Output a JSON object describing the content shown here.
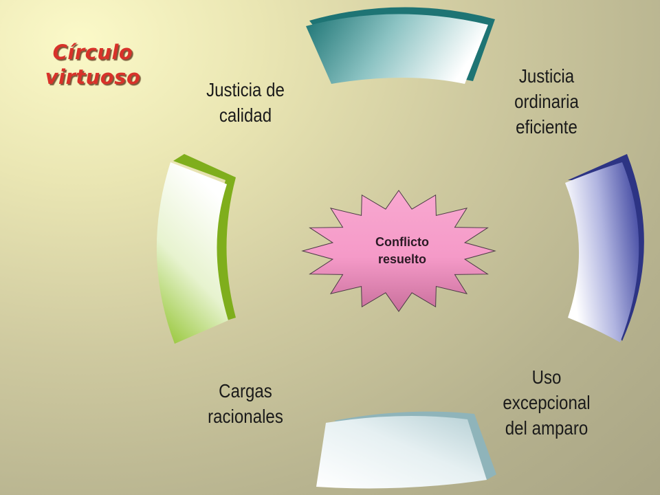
{
  "title": "Círculo\nvirtuoso",
  "center": {
    "label": "Conflicto\nresuelto",
    "fill_color": "#f59ac8"
  },
  "stages": [
    {
      "label": "Justicia de\ncalidad",
      "color": "#7fae1c"
    },
    {
      "label": "Justicia\nordinaria\neficiente",
      "color": "#2d3484"
    },
    {
      "label": "Uso\nexcepcional\ndel amparo",
      "color": "#8fb4ba"
    },
    {
      "label": "Cargas\nracionales",
      "color": "#7fae1c"
    }
  ],
  "colors": {
    "title": "#d8322a",
    "top_band_edge": "#1e7474",
    "right_band_edge": "#2d3484",
    "left_band_edge": "#7fae1c",
    "bottom_band_edge": "#8fb4ba"
  }
}
